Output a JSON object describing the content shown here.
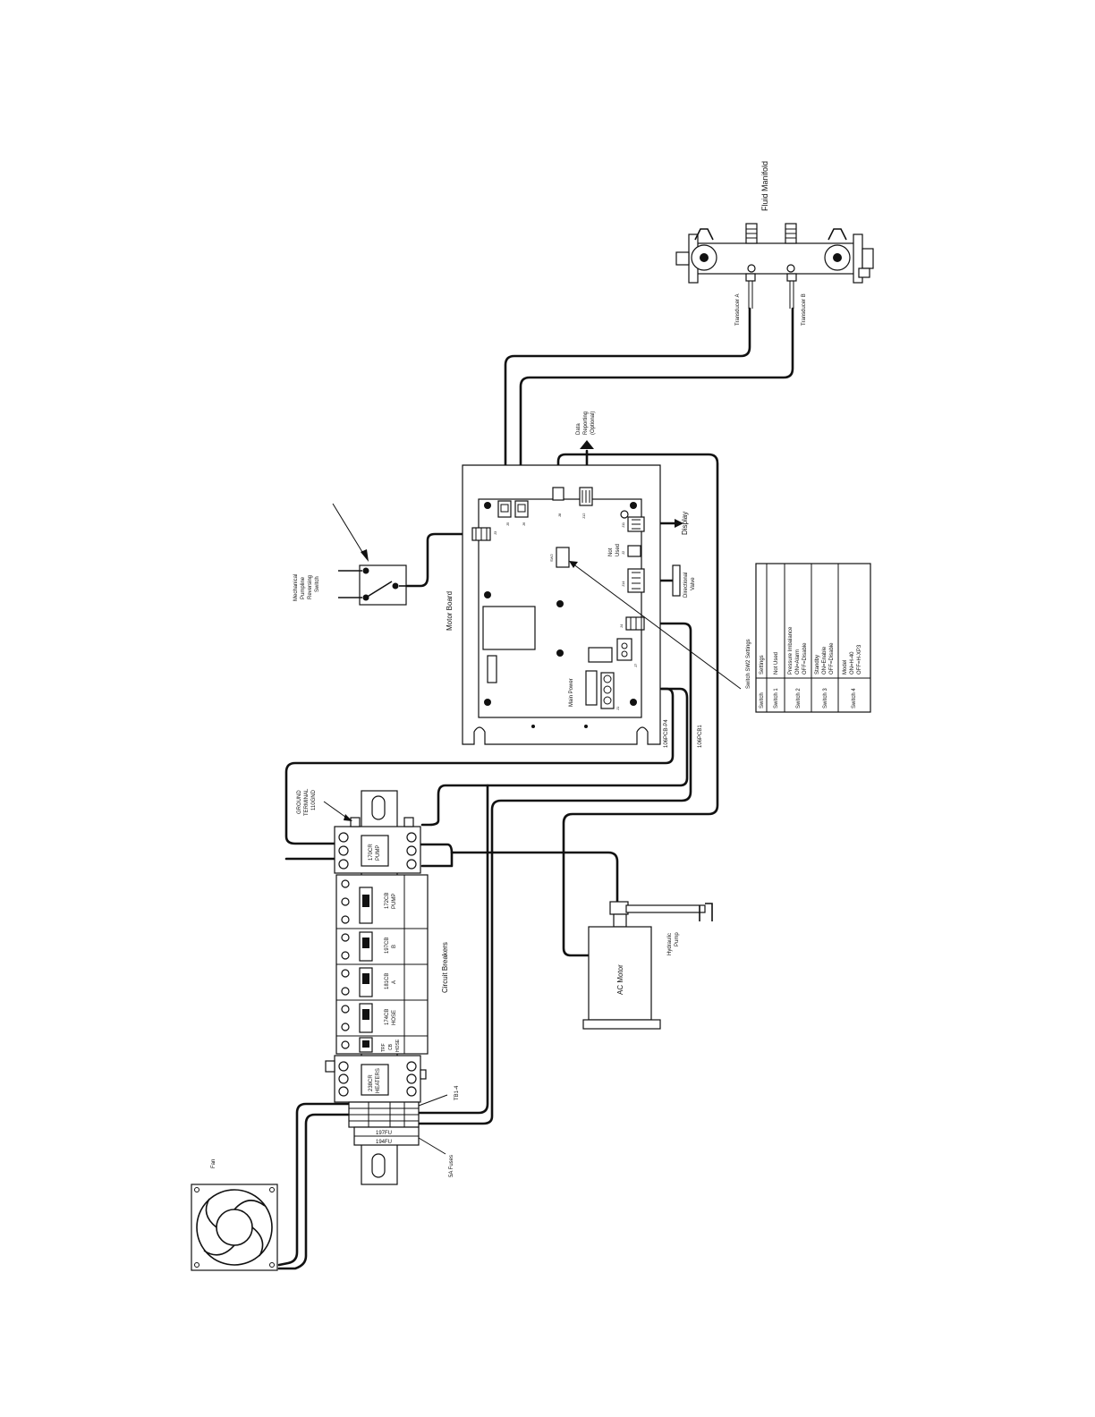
{
  "labels": {
    "fluid_manifold": "Fluid Manifold",
    "transducer_a": "Transducer A",
    "transducer_b": "Transducer B",
    "data_reporting_1": "Data",
    "data_reporting_2": "Reporting",
    "data_reporting_3": "(Optional)",
    "display": "Display",
    "not_used_1": "Not",
    "not_used_2": "Used",
    "directional_valve_1": "Directional",
    "directional_valve_2": "Valve",
    "motor_board": "Motor Board",
    "main_power": "Main Power",
    "mech_switch_1": "Mechanical",
    "mech_switch_2": "Pumpline",
    "mech_switch_3": "Reversing",
    "mech_switch_4": "Switch",
    "pcb_p4": "106PCB-P4",
    "pcb1": "106PCB1",
    "ground_1": "GROUND",
    "ground_2": "TERMINAL",
    "ground_3": "110GND",
    "circuit_breakers": "Circuit Breakers",
    "hydraulic_pump_1": "Hydraulic",
    "hydraulic_pump_2": "Pump",
    "ac_motor": "AC Motor",
    "tb1_4": "TB1-4",
    "fuses": "5A Fuses",
    "fan": "Fan",
    "contactor_pump_1": "170CR",
    "contactor_pump_2": "PUMP",
    "contactor_heaters_1": "238CR",
    "contactor_heaters_2": "HEATERS",
    "cb_pump_1": "172CB",
    "cb_pump_2": "PUMP",
    "cb_b_1": "197CB",
    "cb_b_2": "B",
    "cb_a_1": "181CB",
    "cb_a_2": "A",
    "cb_hose_1": "174CB",
    "cb_hose_2": "HOSE",
    "cb_small_1": "TRF",
    "cb_small_2": "CB",
    "cb_small_3": "HOSE",
    "fuse_1": "197FU",
    "fuse_2": "194FU",
    "sw2": "SW2",
    "j1": "J1",
    "j2": "J2",
    "j3": "J3",
    "j4": "J4",
    "j5": "J5",
    "j6": "J6",
    "j7": "J7",
    "j8": "J8",
    "j11": "J11",
    "j12": "J12",
    "j14": "J14"
  },
  "settings_table": {
    "title": "Switch SW2 Settings",
    "headers": [
      "Switch",
      "Settings"
    ],
    "rows": [
      {
        "switch": "Switch 1",
        "lines": [
          "Not Used"
        ]
      },
      {
        "switch": "Switch 2",
        "lines": [
          "Pressure Imbalance",
          "ON=Alarm",
          "OFF=Disable"
        ]
      },
      {
        "switch": "Switch 3",
        "lines": [
          "Standby",
          "ON=Enable",
          "OFF=Disable"
        ]
      },
      {
        "switch": "Switch 4",
        "lines": [
          "Model",
          "ON=H-40",
          "OFF=H-XP3"
        ]
      }
    ]
  }
}
